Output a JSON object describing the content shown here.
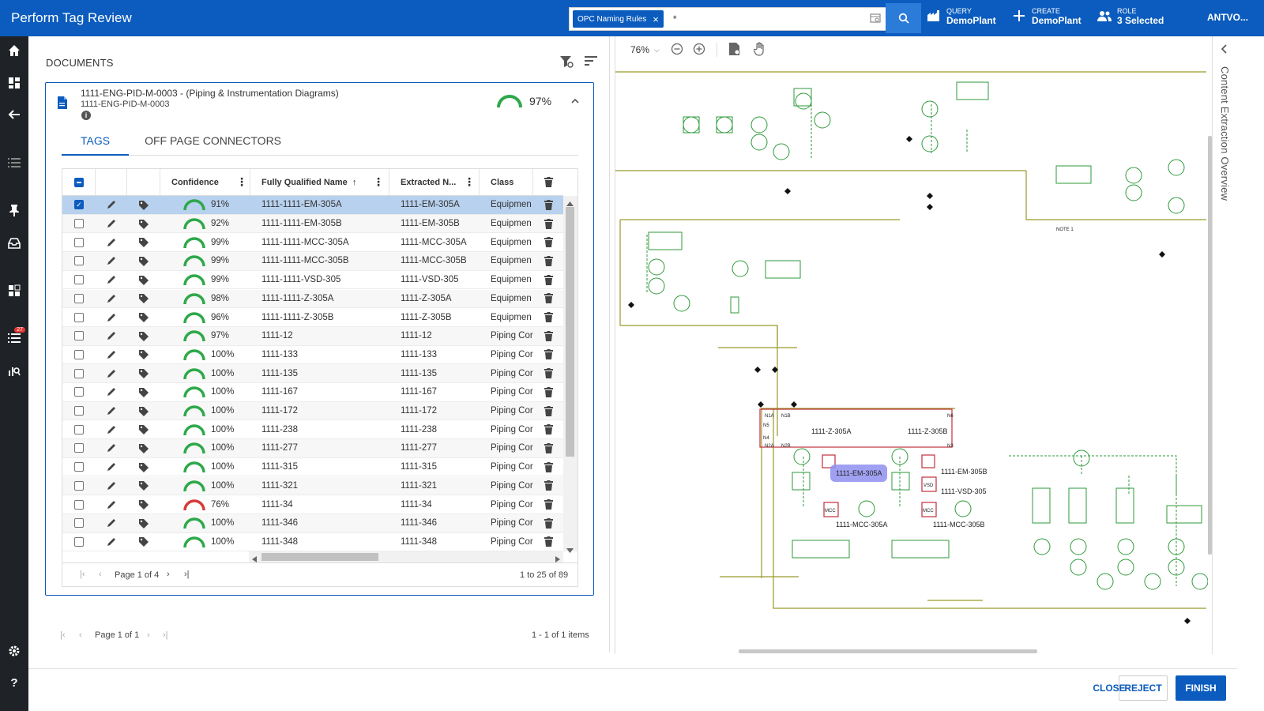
{
  "app": {
    "title": "Perform Tag Review",
    "user": "ANTVO..."
  },
  "search": {
    "chip": "OPC Naming Rules",
    "query": "*"
  },
  "topnav": [
    {
      "small": "QUERY",
      "big": "DemoPlant"
    },
    {
      "small": "CREATE",
      "big": "DemoPlant"
    },
    {
      "small": "ROLE",
      "big": "3 Selected"
    }
  ],
  "leftnav": {
    "badge": "27"
  },
  "documents": {
    "title": "DOCUMENTS",
    "doc": {
      "name": "1111-ENG-PID-M-0003 - (Piping & Instrumentation Diagrams)",
      "number": "1111-ENG-PID-M-0003",
      "score": "97%"
    },
    "tabs": [
      "TAGS",
      "OFF PAGE CONNECTORS"
    ],
    "columns": [
      "Confidence",
      "Fully Qualified Name",
      "Extracted N...",
      "Class"
    ],
    "rows": [
      {
        "conf": "91%",
        "level": 0.91,
        "fqn": "1111-1111-EM-305A",
        "ext": "1111-EM-305A",
        "cls": "Equipmen",
        "checked": true
      },
      {
        "conf": "92%",
        "level": 0.92,
        "fqn": "1111-1111-EM-305B",
        "ext": "1111-EM-305B",
        "cls": "Equipmen",
        "checked": false
      },
      {
        "conf": "99%",
        "level": 0.99,
        "fqn": "1111-1111-MCC-305A",
        "ext": "1111-MCC-305A",
        "cls": "Equipmen",
        "checked": false
      },
      {
        "conf": "99%",
        "level": 0.99,
        "fqn": "1111-1111-MCC-305B",
        "ext": "1111-MCC-305B",
        "cls": "Equipmen",
        "checked": false
      },
      {
        "conf": "99%",
        "level": 0.99,
        "fqn": "1111-1111-VSD-305",
        "ext": "1111-VSD-305",
        "cls": "Equipmen",
        "checked": false
      },
      {
        "conf": "98%",
        "level": 0.98,
        "fqn": "1111-1111-Z-305A",
        "ext": "1111-Z-305A",
        "cls": "Equipmen",
        "checked": false
      },
      {
        "conf": "96%",
        "level": 0.96,
        "fqn": "1111-1111-Z-305B",
        "ext": "1111-Z-305B",
        "cls": "Equipmen",
        "checked": false
      },
      {
        "conf": "97%",
        "level": 0.97,
        "fqn": "1111-12",
        "ext": "1111-12",
        "cls": "Piping Cor",
        "checked": false
      },
      {
        "conf": "100%",
        "level": 1.0,
        "fqn": "1111-133",
        "ext": "1111-133",
        "cls": "Piping Cor",
        "checked": false
      },
      {
        "conf": "100%",
        "level": 1.0,
        "fqn": "1111-135",
        "ext": "1111-135",
        "cls": "Piping Cor",
        "checked": false
      },
      {
        "conf": "100%",
        "level": 1.0,
        "fqn": "1111-167",
        "ext": "1111-167",
        "cls": "Piping Cor",
        "checked": false
      },
      {
        "conf": "100%",
        "level": 1.0,
        "fqn": "1111-172",
        "ext": "1111-172",
        "cls": "Piping Cor",
        "checked": false
      },
      {
        "conf": "100%",
        "level": 1.0,
        "fqn": "1111-238",
        "ext": "1111-238",
        "cls": "Piping Cor",
        "checked": false
      },
      {
        "conf": "100%",
        "level": 1.0,
        "fqn": "1111-277",
        "ext": "1111-277",
        "cls": "Piping Cor",
        "checked": false
      },
      {
        "conf": "100%",
        "level": 1.0,
        "fqn": "1111-315",
        "ext": "1111-315",
        "cls": "Piping Cor",
        "checked": false
      },
      {
        "conf": "100%",
        "level": 1.0,
        "fqn": "1111-321",
        "ext": "1111-321",
        "cls": "Piping Cor",
        "checked": false
      },
      {
        "conf": "76%",
        "level": 0.76,
        "fqn": "1111-34",
        "ext": "1111-34",
        "cls": "Piping Cor",
        "checked": false
      },
      {
        "conf": "100%",
        "level": 1.0,
        "fqn": "1111-346",
        "ext": "1111-346",
        "cls": "Piping Cor",
        "checked": false
      },
      {
        "conf": "100%",
        "level": 1.0,
        "fqn": "1111-348",
        "ext": "1111-348",
        "cls": "Piping Cor",
        "checked": false
      }
    ],
    "pager": {
      "page": "Page 1 of 4",
      "range": "1 to 25 of 89"
    },
    "doc_pager": {
      "page": "Page 1 of 1",
      "range": "1 - 1 of 1 items"
    }
  },
  "viewer": {
    "zoom": "76%",
    "side_panel": "Content Extraction Overview",
    "labels": [
      "1111-Z-305A",
      "1111-Z-305B",
      "1111-EM-305A",
      "1111-EM-305B",
      "1111-VSD-305",
      "1111-MCC-305A",
      "1111-MCC-305B",
      "NOTE 1",
      "N1A",
      "N1B",
      "N5",
      "N4",
      "N2A",
      "N2B",
      "N6",
      "N3",
      "VSD",
      "MCC"
    ]
  },
  "footer": {
    "close": "CLOSE",
    "reject": "REJECT",
    "finish": "FINISH"
  },
  "colors": {
    "brand": "#0b5cbe",
    "good": "#2ea84a",
    "warn": "#d63b3b",
    "pid_line": "#9a9a2a",
    "pid_inst": "#2e9a3a",
    "pid_equip": "#c0303c",
    "highlight": "#8f8ff0"
  }
}
